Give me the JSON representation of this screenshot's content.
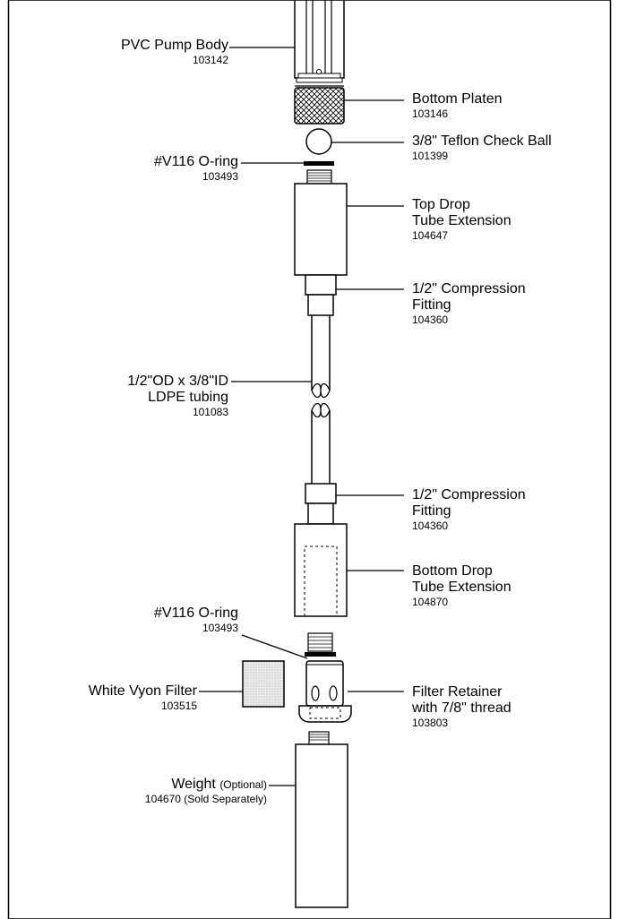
{
  "labels": {
    "pump_body": {
      "name": "PVC Pump Body",
      "part": "103142"
    },
    "bottom_platen": {
      "name": "Bottom Platen",
      "part": "103146"
    },
    "check_ball": {
      "name": "3/8\" Teflon Check Ball",
      "part": "101399"
    },
    "oring_top": {
      "name": "#V116 O-ring",
      "part": "103493"
    },
    "top_drop_tube": {
      "name_line1": "Top Drop",
      "name_line2": "Tube Extension",
      "part": "104647"
    },
    "compression_top": {
      "name_line1": "1/2\" Compression",
      "name_line2": "Fitting",
      "part": "104360"
    },
    "tubing": {
      "name_line1": "1/2\"OD x 3/8\"ID",
      "name_line2": "LDPE tubing",
      "part": "101083"
    },
    "compression_bottom": {
      "name_line1": "1/2\" Compression",
      "name_line2": "Fitting",
      "part": "104360"
    },
    "bottom_drop_tube": {
      "name_line1": "Bottom Drop",
      "name_line2": "Tube Extension",
      "part": "104870"
    },
    "oring_bottom": {
      "name": "#V116 O-ring",
      "part": "103493"
    },
    "vyon_filter": {
      "name": "White Vyon Filter",
      "part": "103515"
    },
    "filter_retainer": {
      "name_line1": "Filter Retainer",
      "name_line2": "with 7/8\" thread",
      "part": "103803"
    },
    "weight": {
      "name": "Weight",
      "optional": "(Optional)",
      "part": "104670 (Sold Separately)"
    }
  }
}
